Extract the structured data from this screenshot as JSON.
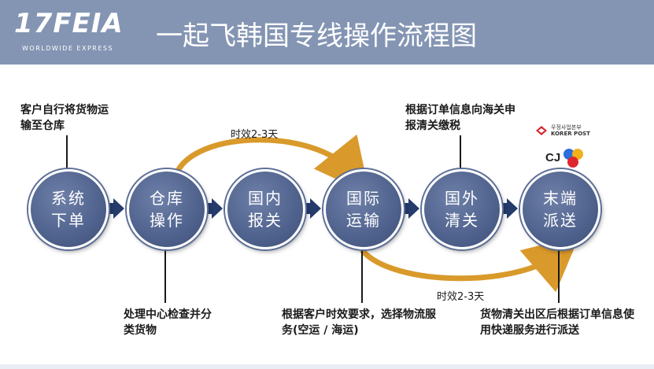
{
  "header": {
    "logo_text": "17FEIA",
    "logo_subtitle": "WORLDWIDE EXPRESS",
    "title": "一起飞韩国专线操作流程图"
  },
  "steps": [
    {
      "label": "系统下单"
    },
    {
      "label": "仓库操作"
    },
    {
      "label": "国内报关"
    },
    {
      "label": "国际运输"
    },
    {
      "label": "国外清关"
    },
    {
      "label": "末端派送"
    }
  ],
  "notes": {
    "system_order": "客户自行将货物运输至仓库",
    "warehouse": "处理中心检查并分类货物",
    "intl_transport": "根据客户时效要求，选择物流服务(空运 / 海运)",
    "foreign_clearance": "根据订单信息向海关申报清关缴税",
    "last_mile": "货物清关出区后根据订单信息使用快递服务进行派送"
  },
  "timings": {
    "upper": "时效2-3天",
    "lower": "时效2-3天"
  },
  "partners": {
    "korea_post_kr": "우정사업본부",
    "korea_post_en": "KORER POST",
    "cj": "CJ"
  },
  "colors": {
    "header_bg": "#8495b3",
    "node": "#4f628d",
    "arrow": "#243b6b",
    "curve": "#d99a2b"
  }
}
